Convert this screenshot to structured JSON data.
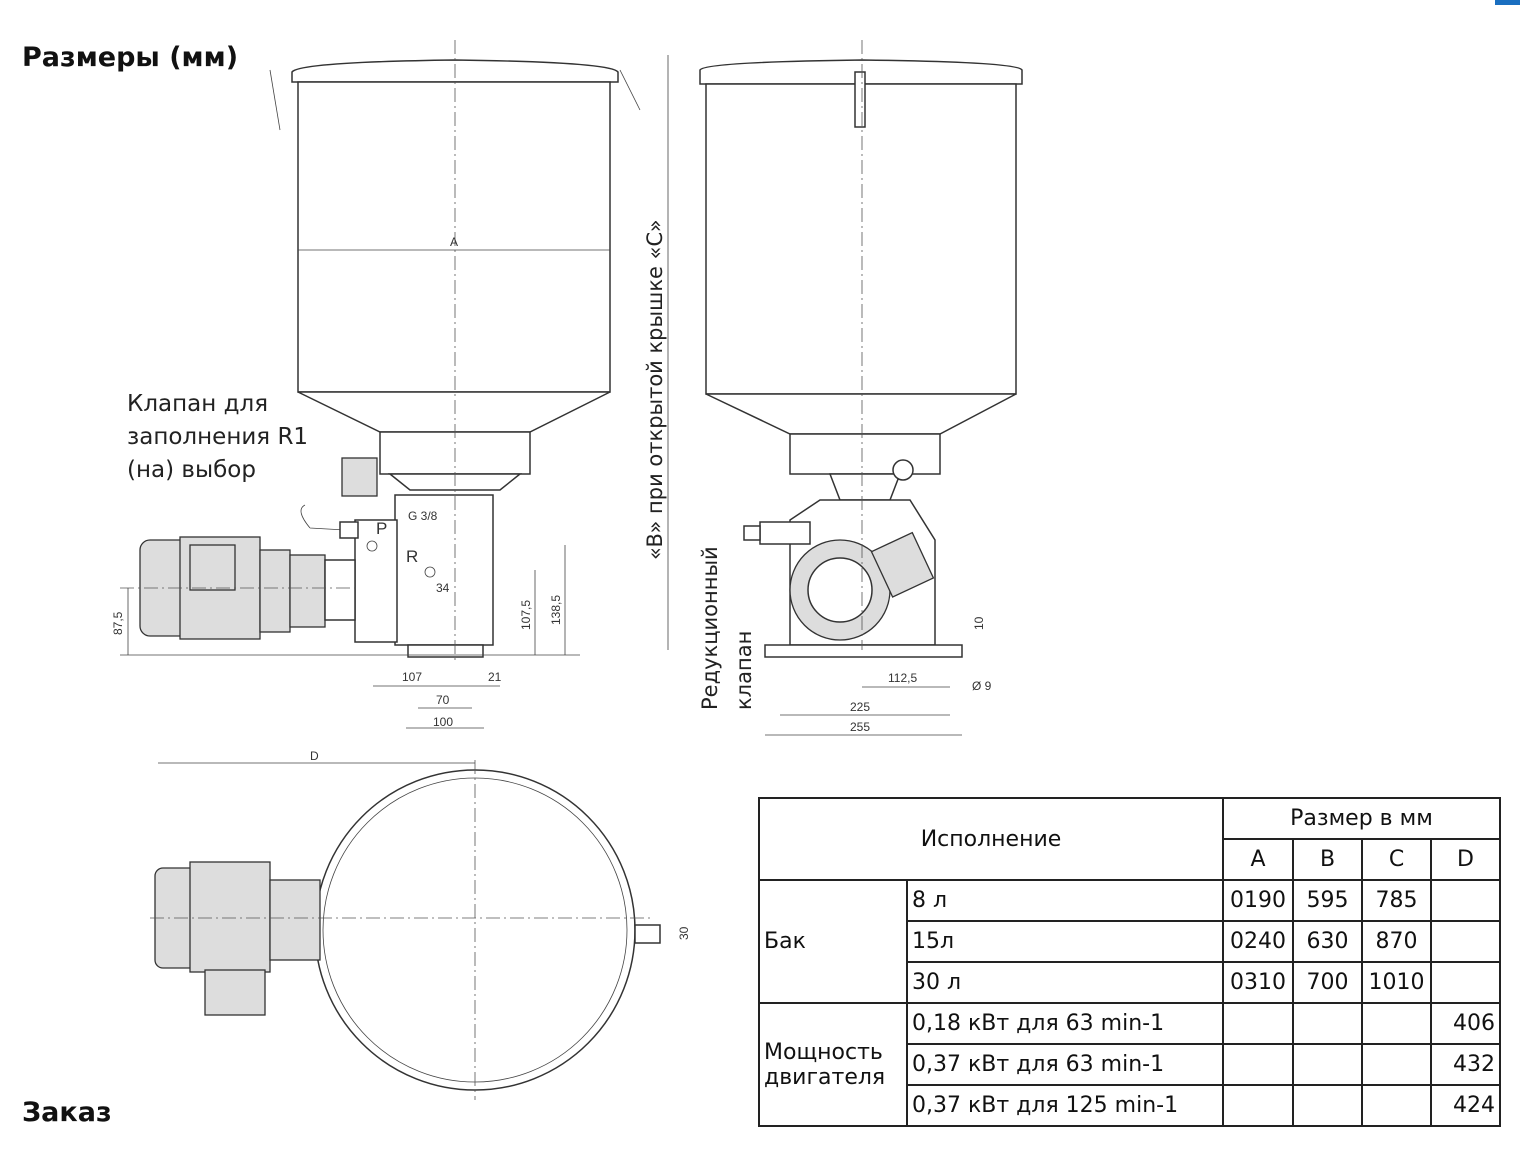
{
  "headings": {
    "dimensions": "Размеры (мм)",
    "order": "Заказ"
  },
  "labels": {
    "fill_valve": [
      "Клапан для",
      "заполнения R1",
      "(на) выбор"
    ],
    "reduction_valve": [
      "Редукционный",
      "клапан"
    ],
    "height_note": "«B» при открытой крышке «C»"
  },
  "dims": {
    "A": "A",
    "D": "D",
    "G": "G 3/8",
    "P": "P",
    "R": "R",
    "d34": "34",
    "d87": "87,5",
    "d107_5": "107,5",
    "d138": "138,5",
    "d107": "107",
    "d21": "21",
    "d70": "70",
    "d100": "100",
    "d112": "112,5",
    "d225": "225",
    "d255": "255",
    "d10": "10",
    "d9": "Ø 9",
    "d30": "30"
  },
  "table": {
    "col_variant": "Исполнение",
    "col_size": "Размер в мм",
    "cols": [
      "A",
      "B",
      "C",
      "D"
    ],
    "groups": [
      {
        "name": "Бак",
        "rows": [
          {
            "label": "8 л",
            "A": "0190",
            "B": "595",
            "C": "785",
            "D": ""
          },
          {
            "label": "15л",
            "A": "0240",
            "B": "630",
            "C": "870",
            "D": ""
          },
          {
            "label": "30 л",
            "A": "0310",
            "B": "700",
            "C": "1010",
            "D": ""
          }
        ]
      },
      {
        "name": "Мощность двигателя",
        "rows": [
          {
            "label": "0,18 кВт для 63 min-1",
            "A": "",
            "B": "",
            "C": "",
            "D": "406"
          },
          {
            "label": "0,37 кВт для 63 min-1",
            "A": "",
            "B": "",
            "C": "",
            "D": "432"
          },
          {
            "label": "0,37 кВт для 125 min-1",
            "A": "",
            "B": "",
            "C": "",
            "D": "424"
          }
        ]
      }
    ]
  }
}
